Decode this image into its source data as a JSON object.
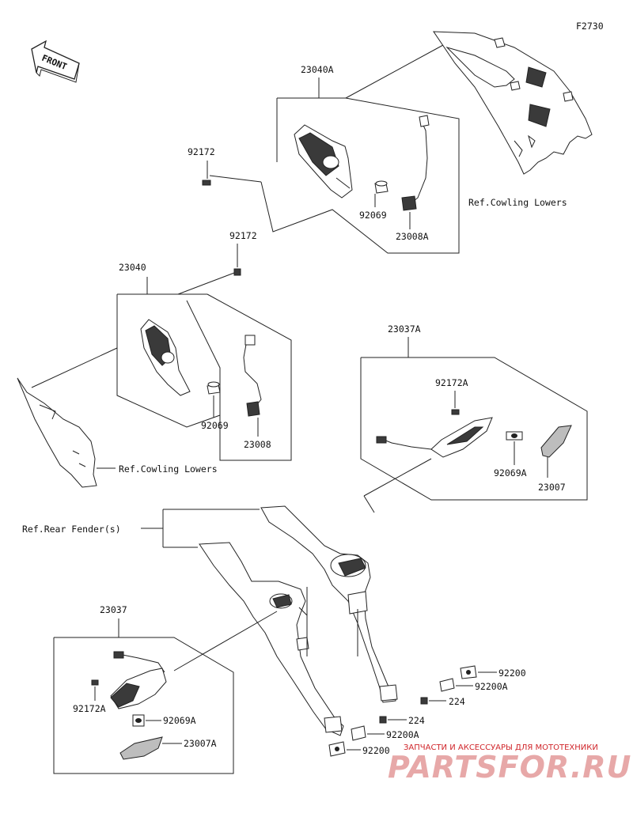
{
  "figure_code": "F2730",
  "front_arrow_label": "FRONT",
  "labels": {
    "a23040A": "23040A",
    "a92172_top": "92172",
    "a92069_top": "92069",
    "a23008A": "23008A",
    "ref_cowling_lowers_top": "Ref.Cowling Lowers",
    "a92172_mid": "92172",
    "a23040": "23040",
    "a92069_mid": "92069",
    "a23008": "23008",
    "ref_cowling_lowers_left": "Ref.Cowling Lowers",
    "a23037A": "23037A",
    "a92172A_right": "92172A",
    "a92069A_right": "92069A",
    "a23007": "23007",
    "ref_rear_fender": "Ref.Rear Fender(s)",
    "a23037": "23037",
    "a92172A_left": "92172A",
    "a92069A_left": "92069A",
    "a23007A": "23007A",
    "a92200_right": "92200",
    "a92200A_right": "92200A",
    "a224_right": "224",
    "a224_left": "224",
    "a92200A_left": "92200A",
    "a92200_left": "92200"
  },
  "watermark": {
    "tagline": "ЗАПЧАСТИ И АКСЕССУАРЫ ДЛЯ МОТОТЕХНИКИ",
    "brand": "PARTSFOR.RU"
  }
}
